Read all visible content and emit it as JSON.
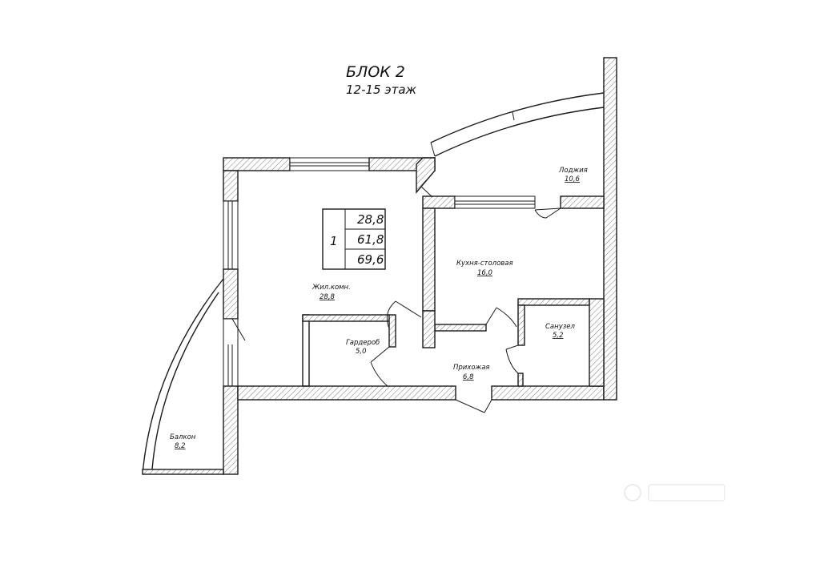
{
  "header": {
    "block": "БЛОК 2",
    "floors": "12-15 этаж"
  },
  "area_table": {
    "rooms_count": "1",
    "living_area": "28,8",
    "kitchen_total": "61,8",
    "total_area": "69,6"
  },
  "rooms": [
    {
      "name": "Лоджия",
      "area": "10,6"
    },
    {
      "name": "Кухня-столовая",
      "area": "16,0"
    },
    {
      "name": "Жил.комн.",
      "area": "28,8"
    },
    {
      "name": "Гардероб",
      "area": "5,0"
    },
    {
      "name": "Санузел",
      "area": "5,2"
    },
    {
      "name": "Прихожая",
      "area": "6,8"
    },
    {
      "name": "Балкон",
      "area": "8,2"
    }
  ]
}
